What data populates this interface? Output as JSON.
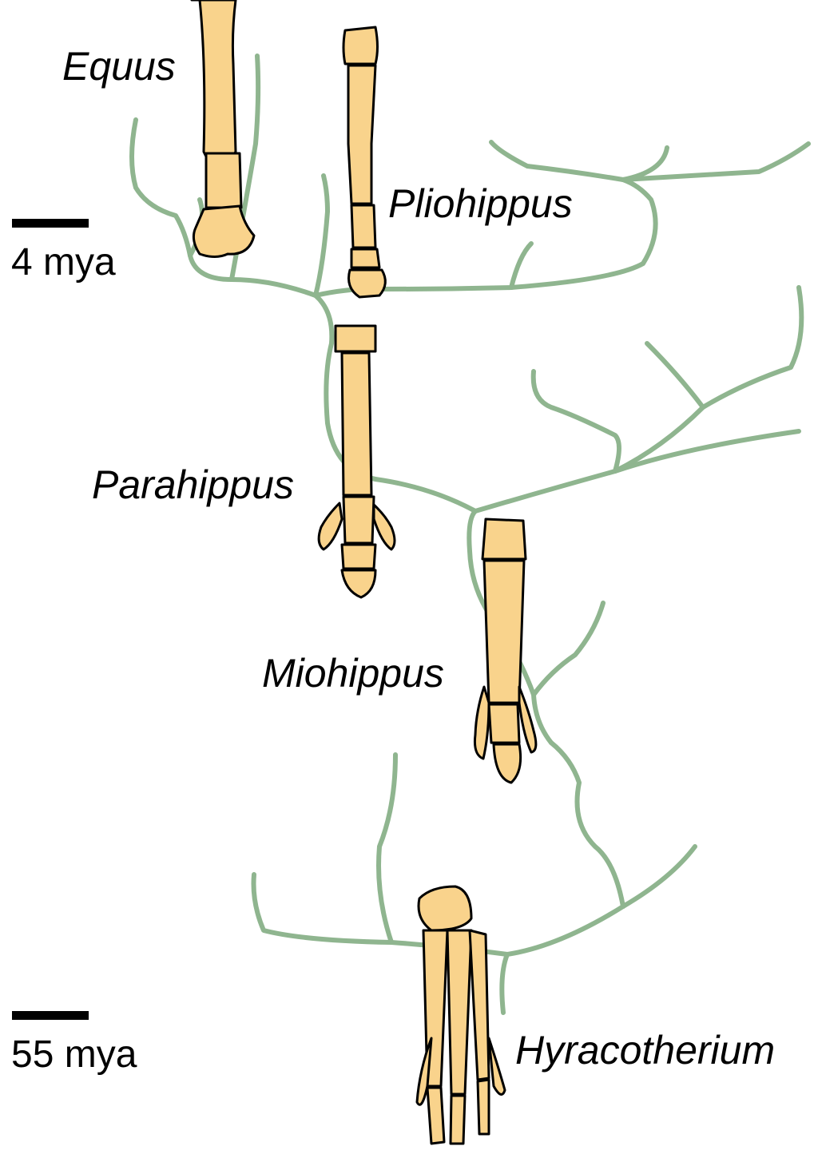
{
  "colors": {
    "branch": "#8fb58f",
    "bone_fill": "#f9d38c",
    "bone_outline": "#000000",
    "background": "#ffffff"
  },
  "labels": {
    "equus": "Equus",
    "pliohippus": "Pliohippus",
    "parahippus": "Parahippus",
    "miohippus": "Miohippus",
    "hyracotherium": "Hyracotherium"
  },
  "scale": {
    "top": "4 mya",
    "bottom": "55 mya"
  }
}
